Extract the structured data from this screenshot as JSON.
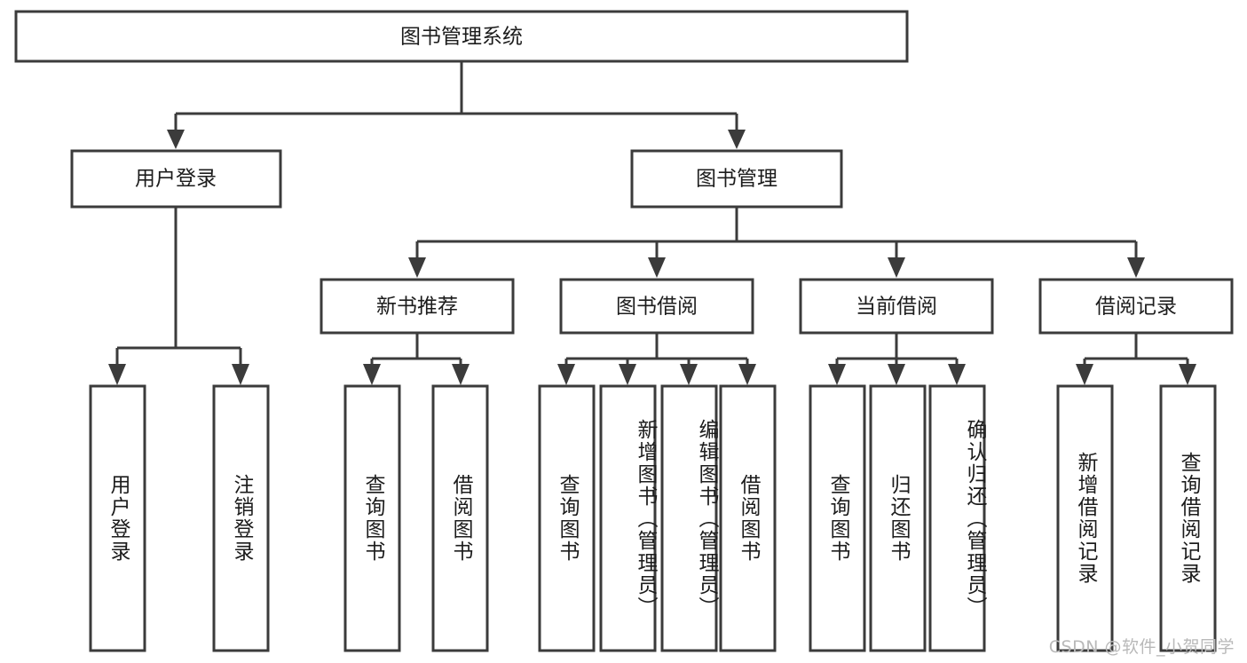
{
  "diagram": {
    "title": "图书管理系统",
    "type": "hierarchy-tree",
    "watermark": "CSDN @软件_小贺同学",
    "colors": {
      "stroke": "#3b3b3b",
      "fill": "#ffffff",
      "text": "#1c1c1c",
      "watermark": "#b9b9b9"
    },
    "levels": {
      "root": {
        "label": "图书管理系统",
        "orientation": "horizontal"
      },
      "level2": [
        {
          "label": "用户登录",
          "orientation": "horizontal"
        },
        {
          "label": "图书管理",
          "orientation": "horizontal"
        }
      ],
      "level3": [
        {
          "label": "新书推荐",
          "orientation": "horizontal",
          "parent": "图书管理"
        },
        {
          "label": "图书借阅",
          "orientation": "horizontal",
          "parent": "图书管理"
        },
        {
          "label": "当前借阅",
          "orientation": "horizontal",
          "parent": "图书管理"
        },
        {
          "label": "借阅记录",
          "orientation": "horizontal",
          "parent": "图书管理"
        }
      ],
      "leaves": [
        {
          "label": "用户登录",
          "orientation": "vertical",
          "parent": "用户登录"
        },
        {
          "label": "注销登录",
          "orientation": "vertical",
          "parent": "用户登录"
        },
        {
          "label": "查询图书",
          "orientation": "vertical",
          "parent": "新书推荐"
        },
        {
          "label": "借阅图书",
          "orientation": "vertical",
          "parent": "新书推荐"
        },
        {
          "label": "查询图书",
          "orientation": "vertical",
          "parent": "图书借阅"
        },
        {
          "label": "新增图书（管理员）",
          "orientation": "vertical",
          "parent": "图书借阅"
        },
        {
          "label": "编辑图书（管理员）",
          "orientation": "vertical",
          "parent": "图书借阅"
        },
        {
          "label": "借阅图书",
          "orientation": "vertical",
          "parent": "图书借阅"
        },
        {
          "label": "查询图书",
          "orientation": "vertical",
          "parent": "当前借阅"
        },
        {
          "label": "归还图书",
          "orientation": "vertical",
          "parent": "当前借阅"
        },
        {
          "label": "确认归还（管理员）",
          "orientation": "vertical",
          "parent": "当前借阅"
        },
        {
          "label": "新增借阅记录",
          "orientation": "vertical",
          "parent": "借阅记录"
        },
        {
          "label": "查询借阅记录",
          "orientation": "vertical",
          "parent": "借阅记录"
        }
      ]
    }
  }
}
